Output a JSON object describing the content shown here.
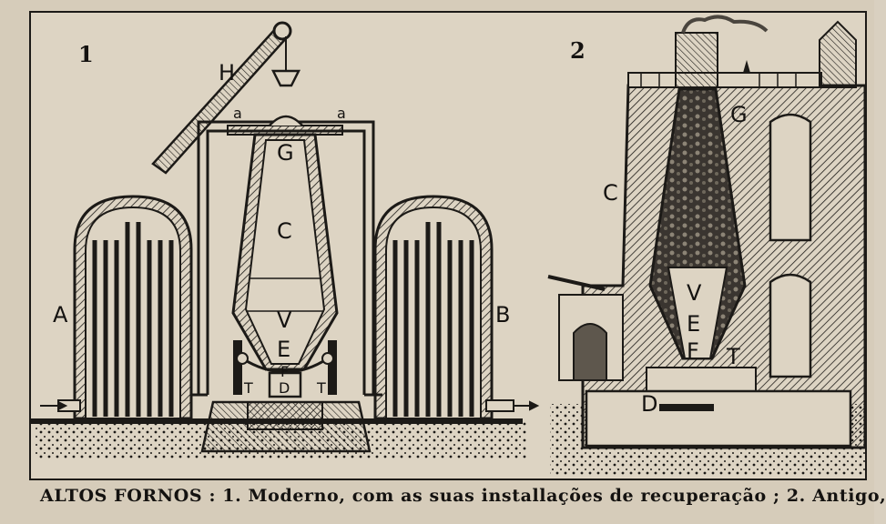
{
  "figures": [
    {
      "number": "1",
      "labels": {
        "left_stove": "A",
        "right_stove": "B",
        "crane": "H",
        "top": "G",
        "chest": "C",
        "belly": "V",
        "bosh": "E",
        "hearth_f": "F",
        "hearth_d": "D",
        "tuyere_left": "T",
        "tuyere_right": "T",
        "pipe_left": "a",
        "pipe_right": "a"
      }
    },
    {
      "number": "2",
      "labels": {
        "top": "G",
        "chest": "C",
        "belly": "V",
        "bosh": "E",
        "hearth_f": "F",
        "hearth_d": "D",
        "tuyere": "T"
      }
    }
  ],
  "caption": "ALTOS FORNOS : 1. Moderno, com as suas installações de recuperação ; 2. Antigo,",
  "colors": {
    "ink": "#141210",
    "paper": "#ddd4c3"
  }
}
